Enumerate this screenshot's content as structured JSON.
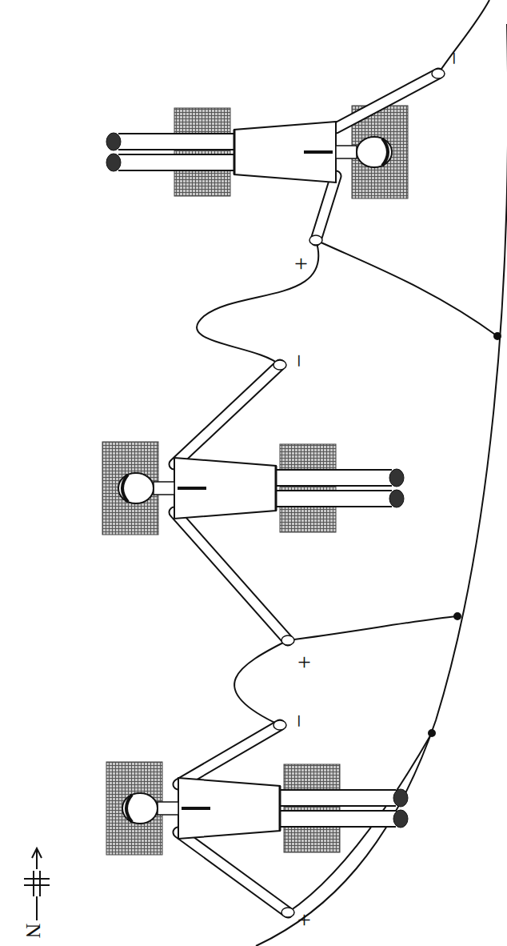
{
  "diagram": {
    "labels": [
      "−",
      "+",
      "−",
      "+",
      "−",
      "+",
      "N"
    ]
  }
}
